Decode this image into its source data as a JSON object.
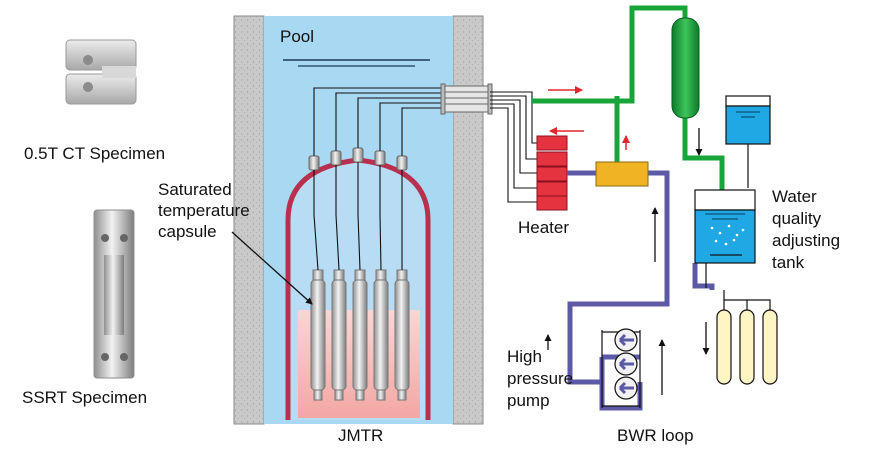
{
  "labels": {
    "pool": "Pool",
    "ct_specimen": "0.5T CT Specimen",
    "ssrt_specimen": "SSRT Specimen",
    "capsule_line1": "Saturated",
    "capsule_line2": "temperature",
    "capsule_line3": "capsule",
    "heater": "Heater",
    "tank_line1": "Water",
    "tank_line2": "quality",
    "tank_line3": "adjusting",
    "tank_line4": "tank",
    "pump_line1": "High",
    "pump_line2": "pressure",
    "pump_line3": "pump",
    "jmtr": "JMTR",
    "bwr_loop": "BWR loop"
  },
  "colors": {
    "pool_water": "#a9d8f2",
    "pool_wall": "#c8c8c8",
    "vessel": "#b8304e",
    "core": "#f6c9c9",
    "green_pipe": "#17a53a",
    "loop_pipe": "#5c5aa6",
    "heater": "#e53340",
    "exchanger": "#f0b323",
    "tank_water": "#1fa8e4",
    "flow_arrow_red": "#e2262e"
  },
  "icons": [
    "ct-specimen-icon",
    "ssrt-specimen-icon",
    "pump-icon",
    "heater-icon",
    "column-icon",
    "vessel-icon"
  ]
}
